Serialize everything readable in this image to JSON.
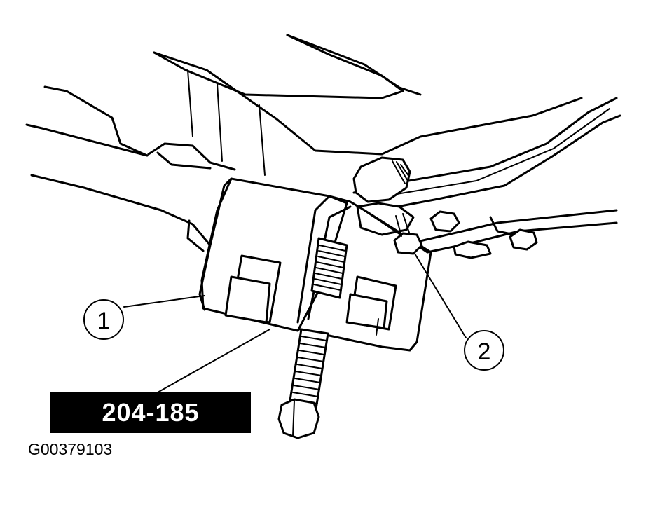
{
  "callouts": [
    {
      "number": "1",
      "part": "puller tool"
    },
    {
      "number": "2",
      "part": "nut"
    }
  ],
  "tool_number": "204-185",
  "figure_id": "G00379103",
  "colors": {
    "ink": "#000000",
    "paper": "#ffffff",
    "label_text": "#ffffff"
  }
}
